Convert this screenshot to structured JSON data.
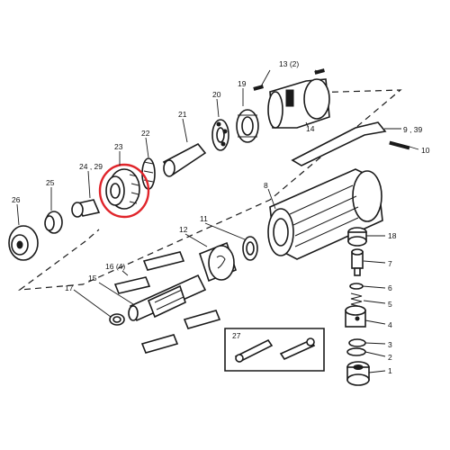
{
  "highlight_color": "#e0242a",
  "line_color": "#1a1a1a",
  "callouts": {
    "p13": "13 (2)",
    "p19": "19",
    "p20": "20",
    "p21": "21",
    "p14": "14",
    "p9_39": "9 , 39",
    "p10": "10",
    "p22": "22",
    "p23": "23",
    "p24_29": "24 , 29",
    "p25": "25",
    "p26": "26",
    "p8": "8",
    "p11": "11",
    "p12": "12",
    "p16": "16 (4)",
    "p15": "15",
    "p17": "17",
    "p18": "18",
    "p7": "7",
    "p6": "6",
    "p5": "5",
    "p4": "4",
    "p3": "3",
    "p2": "2",
    "p1": "1",
    "p27": "27"
  },
  "highlighted_part": "23"
}
